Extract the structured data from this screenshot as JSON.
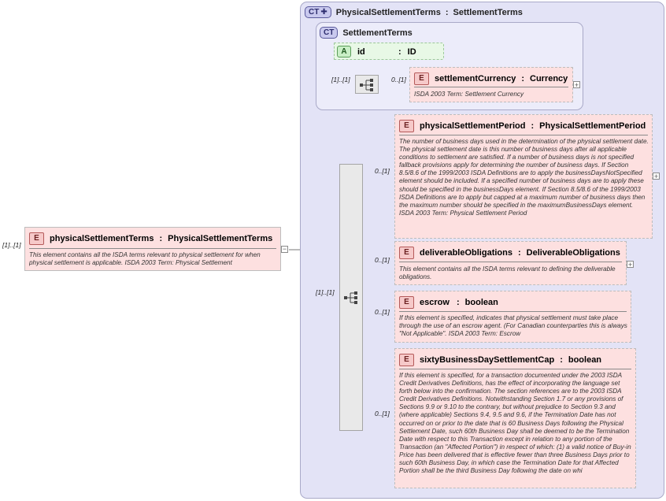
{
  "root": {
    "badge": "E",
    "name": "physicalSettlementTerms",
    "sep": ":",
    "type": "PhysicalSettlementTerms",
    "occurs": "[1]..[1]",
    "doc": "This element contains all the ISDA terms relevant to physical settlement for when physical settlement is applicable. ISDA 2003 Term: Physical Settlement",
    "collapse": "−"
  },
  "complex_type": {
    "badge": "CT",
    "name": "PhysicalSettlementTerms",
    "sep": ":",
    "base": "SettlementTerms"
  },
  "base_type": {
    "badge": "CT",
    "name": "SettlementTerms",
    "attribute": {
      "badge": "A",
      "name": "id",
      "sep": ":",
      "type": "ID"
    },
    "sequence_occurs": "[1]..[1]",
    "child": {
      "badge": "E",
      "name": "settlementCurrency",
      "sep": ":",
      "type": "Currency",
      "occurs": "0..[1]",
      "doc": "ISDA 2003 Term: Settlement Currency",
      "expand": "+"
    }
  },
  "sequence_occurs": "[1]..[1]",
  "children": [
    {
      "badge": "E",
      "name": "physicalSettlementPeriod",
      "sep": ":",
      "type": "PhysicalSettlementPeriod",
      "occurs": "0..[1]",
      "doc": "The number of business days used in the determination of the physical settlement date. The physical settlement date is this number of business days after all applicable conditions to settlement are satisfied. If a number of business days is not specified fallback provisions apply for determining the number of business days. If Section 8.5/8.6 of the 1999/2003 ISDA Definitions are to apply the businessDaysNotSpecified element should be included. If a specified number of business days are to apply these should be specified in the businessDays element. If Section 8.5/8.6 of the 1999/2003 ISDA Definitions are to apply but capped at a maximum number of business days then the maximum number should be specified in the maximumBusinessDays element. ISDA 2003 Term: Physical Settlement Period",
      "expand": "+"
    },
    {
      "badge": "E",
      "name": "deliverableObligations",
      "sep": ":",
      "type": "DeliverableObligations",
      "occurs": "0..[1]",
      "doc": "This element contains all the ISDA terms relevant to defining the deliverable obligations.",
      "expand": "+"
    },
    {
      "badge": "E",
      "name": "escrow",
      "sep": ":",
      "type": "boolean",
      "occurs": "0..[1]",
      "doc": "If this element is specified, indicates that physical settlement must take place through the use of an escrow agent. (For Canadian counterparties this is always \"Not Applicable\". ISDA 2003 Term: Escrow"
    },
    {
      "badge": "E",
      "name": "sixtyBusinessDaySettlementCap",
      "sep": ":",
      "type": "boolean",
      "occurs": "0..[1]",
      "doc": "If this element is specified, for a transaction documented under the 2003 ISDA Credit Derivatives Definitions, has the effect of incorporating the language set forth below into the confirmation. The section references are to the 2003 ISDA Credit Derivatives Definitions. Notwithstanding Section 1.7 or any provisions of Sections 9.9 or 9.10 to the contrary, but without prejudice to Section 9.3 and (where applicable) Sections 9.4, 9.5 and 9.6, if the Termination Date has not occurred on or prior to the date that is 60 Business Days following the Physical Settlement Date, such 60th Business Day shall be deemed to be the Termination Date with respect to this Transaction except in relation to any portion of the Transaction (an \"Affected Portion\") in respect of which: (1) a valid notice of Buy-in Price has been delivered that is effective fewer than three Business Days prior to such 60th Business Day, in which case the Termination Date for that Affected Portion shall be the third Business Day following the date on whi"
    }
  ]
}
